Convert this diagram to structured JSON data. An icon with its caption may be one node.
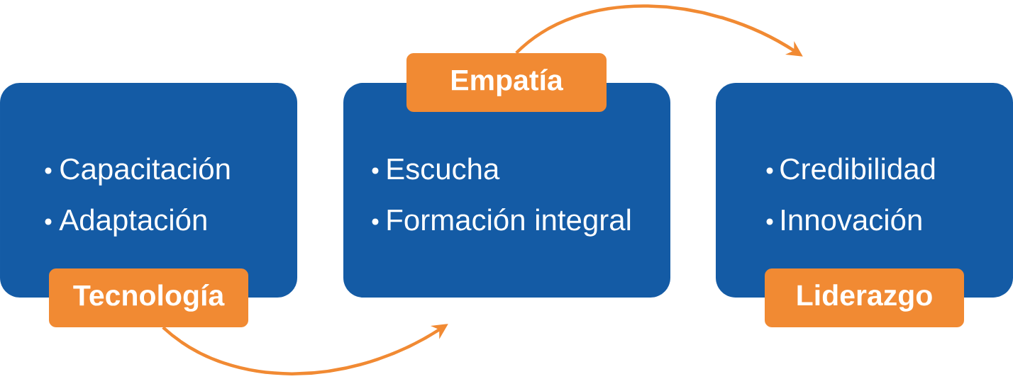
{
  "diagram": {
    "nodes": [
      {
        "text": [
          "Capacitación",
          "Adaptación"
        ]
      },
      {
        "text": [
          "Tecnología"
        ]
      },
      {
        "text": [
          "Escucha",
          "Formación integral"
        ]
      },
      {
        "text": [
          "Empatía"
        ]
      },
      {
        "text": [
          "Credibilidad",
          "Innovación"
        ]
      },
      {
        "text": [
          "Liderazgo"
        ]
      }
    ],
    "edges": [
      {
        "from": 1,
        "to": 2,
        "arrow": "to"
      },
      {
        "from": 3,
        "to": 4,
        "arrow": "to"
      }
    ]
  }
}
